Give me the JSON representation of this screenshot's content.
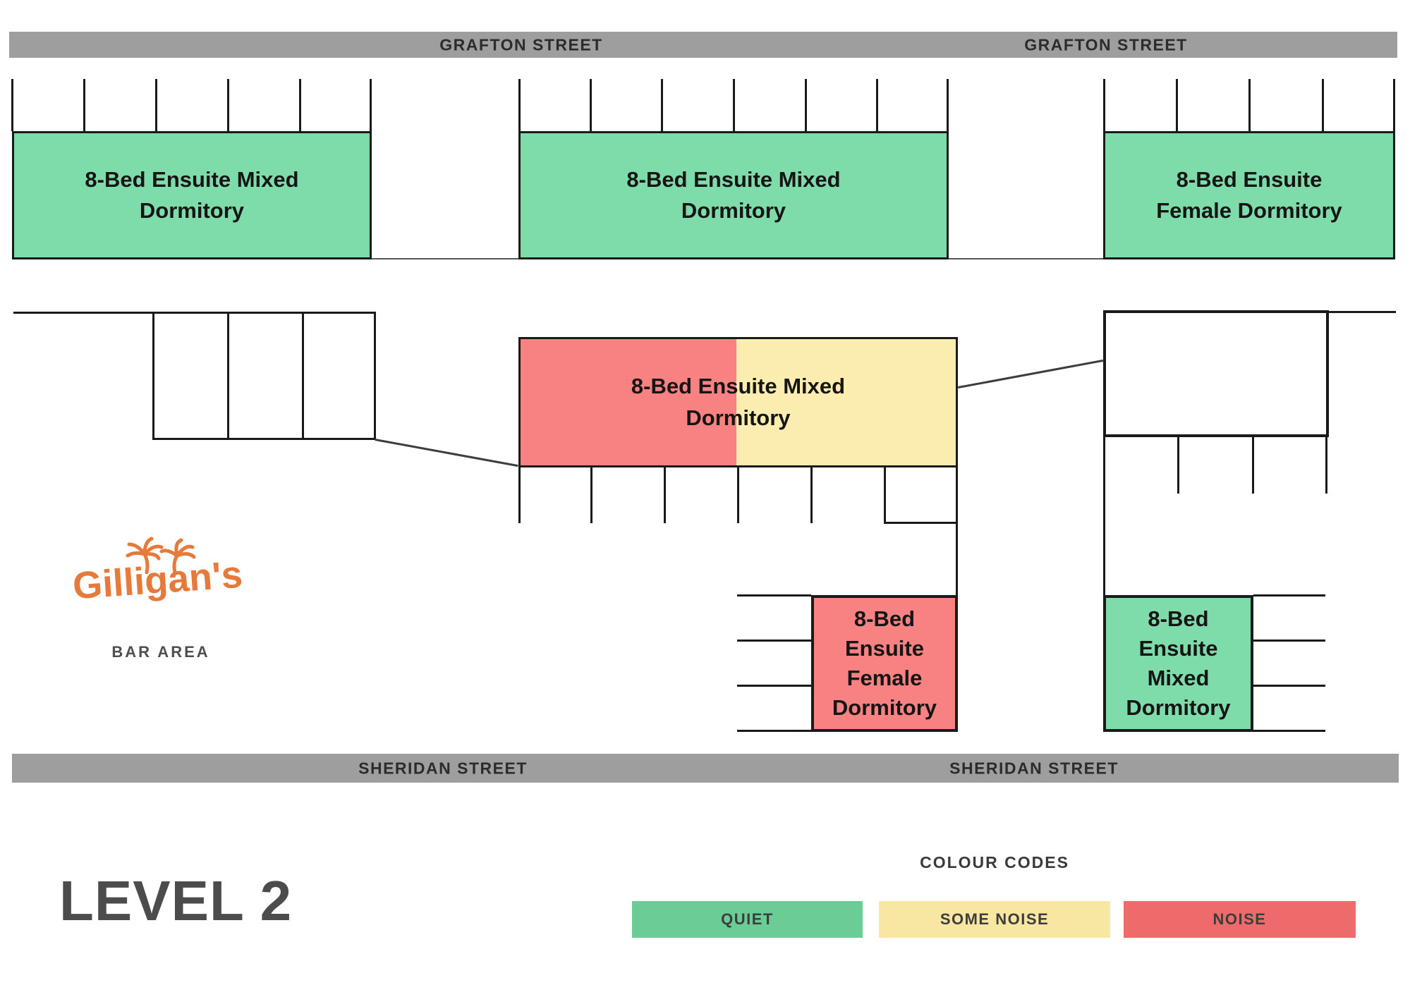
{
  "title": "LEVEL 2",
  "streets": {
    "grafton": "GRAFTON STREET",
    "sheridan": "SHERIDAN STREET"
  },
  "rooms": {
    "top_left": "8-Bed Ensuite Mixed\nDormitory",
    "top_center": "8-Bed Ensuite Mixed\nDormitory",
    "top_right": "8-Bed Ensuite\nFemale Dormitory",
    "middle": "8-Bed Ensuite Mixed\nDormitory",
    "lower_left": "8-Bed\nEnsuite\nFemale\nDormitory",
    "lower_right": "8-Bed\nEnsuite\nMixed\nDormitory"
  },
  "bar": {
    "brand": "Gilligan's",
    "label": "BAR AREA"
  },
  "legend": {
    "title": "COLOUR CODES",
    "items": [
      {
        "label": "QUIET",
        "color": "#6bcd95"
      },
      {
        "label": "SOME NOISE",
        "color": "#f8e7a2"
      },
      {
        "label": "NOISE",
        "color": "#ef6b6b"
      }
    ]
  },
  "colors": {
    "quiet_room": "#7edcab",
    "some_noise_room": "#fbedb0",
    "noise_room": "#f88181",
    "street_bar": "#9e9e9e",
    "brand_orange": "#e7793b"
  }
}
